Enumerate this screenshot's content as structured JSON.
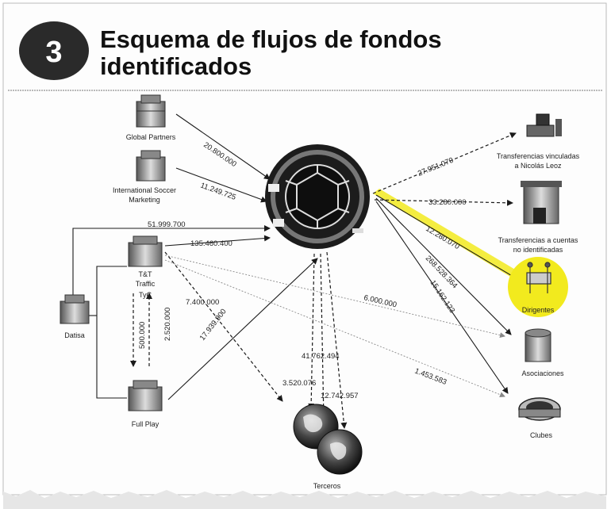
{
  "header": {
    "badge_number": "3",
    "title_line1": "Esquema de flujos de fondos",
    "title_line2": "identificados"
  },
  "colors": {
    "highlight": "#f2ea1e",
    "ink": "#1a1a1a",
    "badge": "#2a2a2a"
  },
  "nodes": {
    "global_partners": {
      "label": "Global Partners",
      "icon": "building-icon"
    },
    "issm": {
      "label_line1": "International Soccer",
      "label_line2": "Marketing",
      "icon": "building-icon"
    },
    "tt": {
      "label_line1": "T&T",
      "label_line2": "Traffic",
      "label_line3": "TyC",
      "icon": "building-icon"
    },
    "datisa": {
      "label": "Datisa",
      "icon": "building-icon"
    },
    "full_play": {
      "label": "Full Play",
      "icon": "building-icon"
    },
    "conmebol": {
      "label": "",
      "icon": "conmebol-logo-icon"
    },
    "nicolas_leoz": {
      "label_line1": "Transferencias vinculadas",
      "label_line2": "a Nicolás Leoz",
      "icon": "computer-desk-icon"
    },
    "no_identificadas": {
      "label_line1": "Transferencias a cuentas",
      "label_line2": "no identificadas",
      "icon": "bank-building-icon"
    },
    "dirigentes": {
      "label": "Dirigentes",
      "icon": "meeting-table-icon"
    },
    "asociaciones": {
      "label": "Asociaciones",
      "icon": "tower-building-icon"
    },
    "clubes": {
      "label": "Clubes",
      "icon": "stadium-icon"
    },
    "terceros": {
      "label": "Terceros",
      "icon": "globe-icon"
    }
  },
  "flows": {
    "global_partners": "20.800.000",
    "issm": "11.249.725",
    "datisa": "51.999.700",
    "tt": "135.460.400",
    "leoz": "27.951.070",
    "no_ident": "33.280.000",
    "dirigentes": "12.280.070",
    "asociaciones": "268.528.364",
    "clubes": "15.162.123",
    "fullplay_up": "7.400.000",
    "fullplay_down": "500.000",
    "fullplay_up2": "2.520.000",
    "fullplay_conmebol": "17.939.900",
    "tt_asoc": "6.000.000",
    "tt_clubes": "1.453.583",
    "terceros_a": "41.762.494",
    "terceros_b": "3.520.076",
    "terceros_c": "12.742.957"
  }
}
